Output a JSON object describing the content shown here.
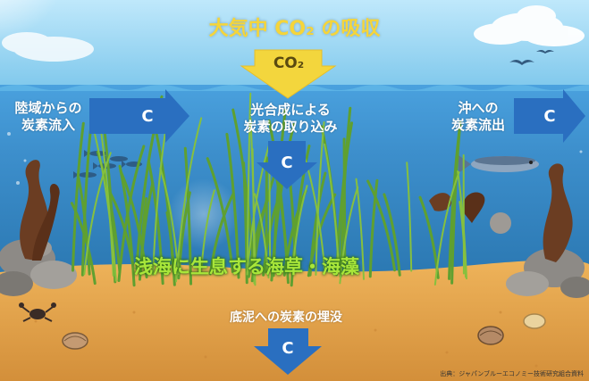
{
  "title": "大気中 CO₂ の吸収",
  "top_arrow_label": "CO₂",
  "flows": {
    "land_inflow": "陸域からの\n炭素流入",
    "photosynthesis": "光合成による\n炭素の取り込み",
    "offshore_outflow": "沖への\n炭素流出",
    "sediment_burial": "底泥への炭素の埋没"
  },
  "carbon_symbol": "C",
  "seaweed_caption": "浅海に生息する海草・海藻",
  "source_credit": "出典：ジャパンブルーエコノミー技術研究組合資料",
  "colors": {
    "sky": "#8fd3f0",
    "water_band": "#4fa0d8",
    "water_deep": "#2f7fb8",
    "sand": "#e3a44e",
    "arrow_blue": "#2a6fc0",
    "arrow_yellow": "#f3d63d",
    "title_yellow": "#f5d53a",
    "seagrass": "#5fa030"
  }
}
